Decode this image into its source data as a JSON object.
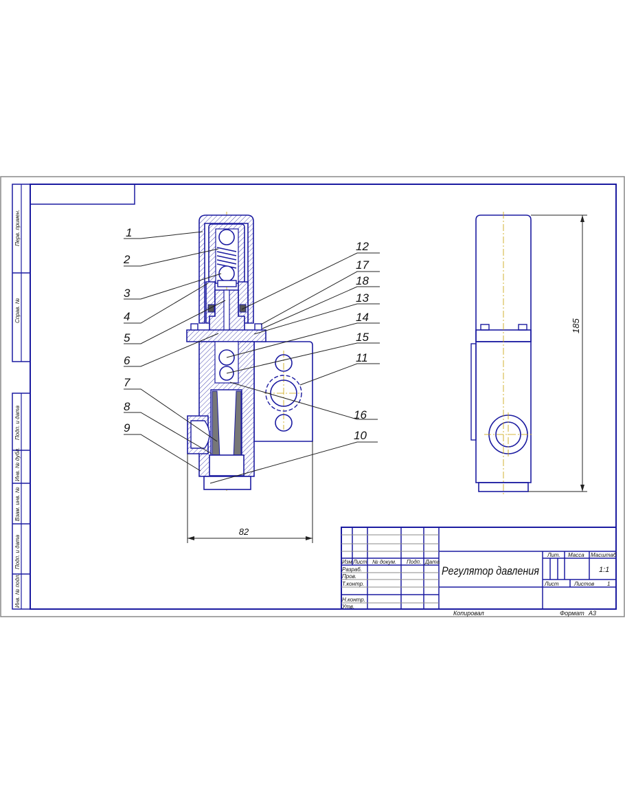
{
  "title_block": {
    "drawing_title": "Регулятор давления",
    "col_izm": "Изм",
    "col_list": "Лист",
    "col_doc": "№ докум.",
    "col_podp": "Подп.",
    "col_data": "Дата",
    "row_razrab": "Разраб.",
    "row_prov": "Пров.",
    "row_tkontr": "Т.контр.",
    "row_nkontr": "Н.контр.",
    "row_utv": "Утв.",
    "lit_label": "Лит.",
    "massa_label": "Масса",
    "masshtab_label": "Масштаб",
    "scale_value": "1:1",
    "sheet_label": "Лист",
    "sheets_label": "Листов",
    "sheets_value": "1",
    "copied_label": "Копировал",
    "format_label": "Формат",
    "format_value": "А3"
  },
  "side_strip": [
    "Перв. примен.",
    "Справ. №",
    "Подп. и дата",
    "Инв. № дубл.",
    "Взам. инв. №",
    "Подп. и дата",
    "Инв. № подл."
  ],
  "dimensions": {
    "width": "82",
    "height": "185"
  },
  "callouts_left": [
    "1",
    "2",
    "3",
    "4",
    "5",
    "6",
    "7",
    "8",
    "9"
  ],
  "callouts_right": [
    "12",
    "17",
    "18",
    "13",
    "14",
    "15",
    "11",
    "16",
    "10"
  ],
  "colors": {
    "line": "#1a1aa0",
    "axis": "#c8a000"
  }
}
